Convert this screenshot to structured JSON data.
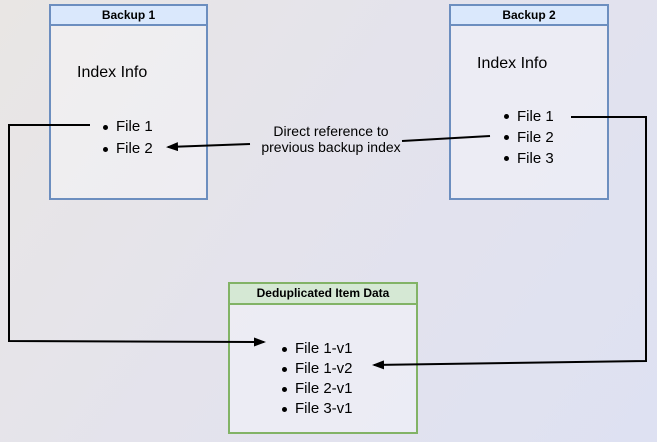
{
  "backup1": {
    "title": "Backup 1",
    "subtitle": "Index Info",
    "files": [
      "File 1",
      "File 2"
    ]
  },
  "backup2": {
    "title": "Backup 2",
    "subtitle": "Index Info",
    "files": [
      "File 1",
      "File 2",
      "File 3"
    ]
  },
  "dedup": {
    "title": "Deduplicated Item Data",
    "files": [
      "File 1-v1",
      "File 1-v2",
      "File 2-v1",
      "File 3-v1"
    ]
  },
  "edge_label": {
    "line1": "Direct reference to",
    "line2": "previous backup index"
  },
  "edges": [
    {
      "from": "Backup 1 / File 1",
      "to": "Deduplicated Item Data / File 1-v1",
      "label": ""
    },
    {
      "from": "Backup 2 / File 2",
      "to": "Backup 1 / File 2",
      "label": "Direct reference to previous backup index"
    },
    {
      "from": "Backup 2 / File 1",
      "to": "Deduplicated Item Data / File 1-v2",
      "label": ""
    }
  ],
  "colors": {
    "backup_header_fill": "#dae8fc",
    "backup_border": "#6c8ebf",
    "dedup_header_fill": "#d5e8d4",
    "dedup_border": "#82b366",
    "arrow": "#000000",
    "background_start": "#e9e6e4",
    "background_end": "#dee1f2"
  }
}
